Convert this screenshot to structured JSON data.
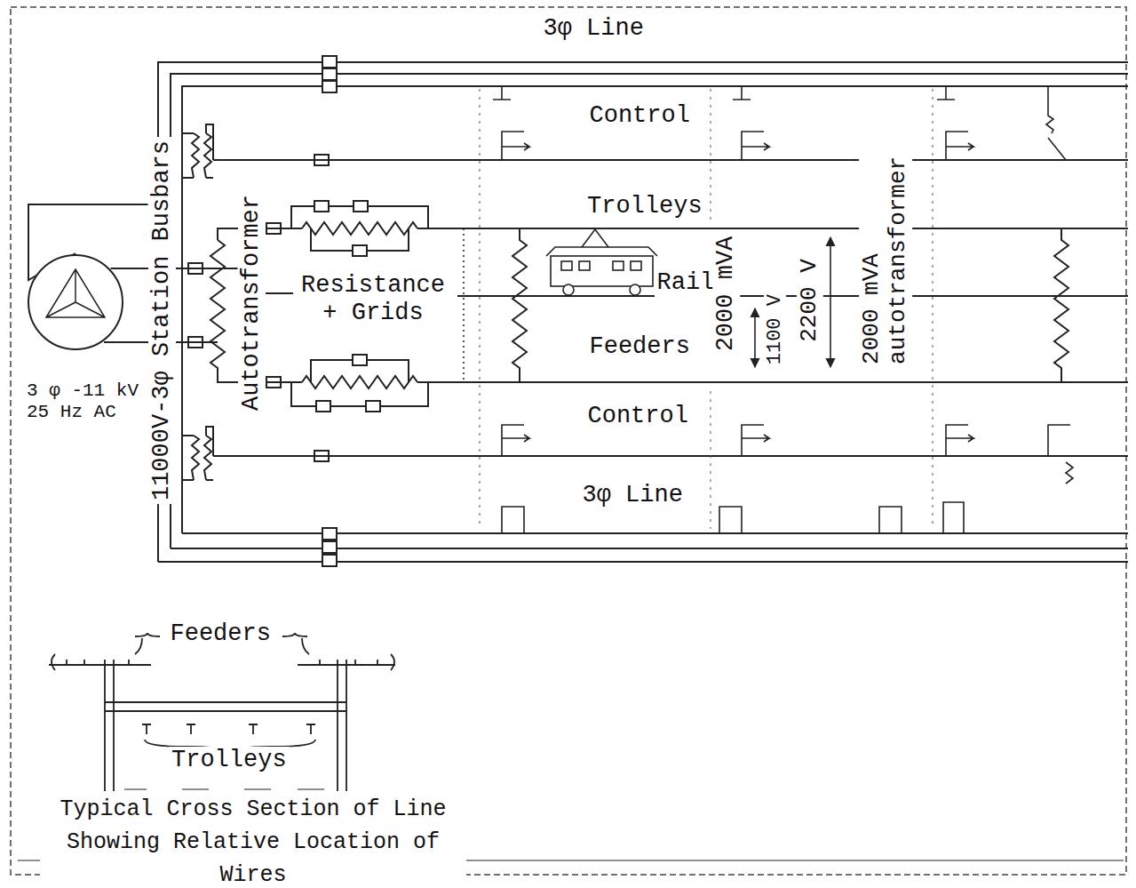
{
  "diagram": {
    "caption": "Typical Cross Section of Line Showing Relative Location of Wires",
    "nodes": [
      {
        "text": [
          "3 φ -11 kV 25 Hz AC"
        ]
      },
      {
        "text": [
          "11000V-3φ Station Busbars"
        ]
      },
      {
        "text": [
          "Autotransformer"
        ]
      },
      {
        "text": [
          "Resistance + Grids"
        ]
      }
    ],
    "edges": [
      {
        "from": 0,
        "to": 1,
        "arrow": "none"
      },
      {
        "from": 0,
        "to": 2,
        "arrow": "none"
      },
      {
        "from": 2,
        "to": 3,
        "arrow": "none"
      }
    ],
    "labels": [
      "3φ Line",
      "Control",
      "Trolleys",
      "Rail",
      "Feeders",
      "2000 mVA",
      "1100 V",
      "2200 V",
      "2000 mVA autotransformer",
      "Control",
      "3φ Line",
      "Feeders",
      "Trolleys"
    ]
  }
}
